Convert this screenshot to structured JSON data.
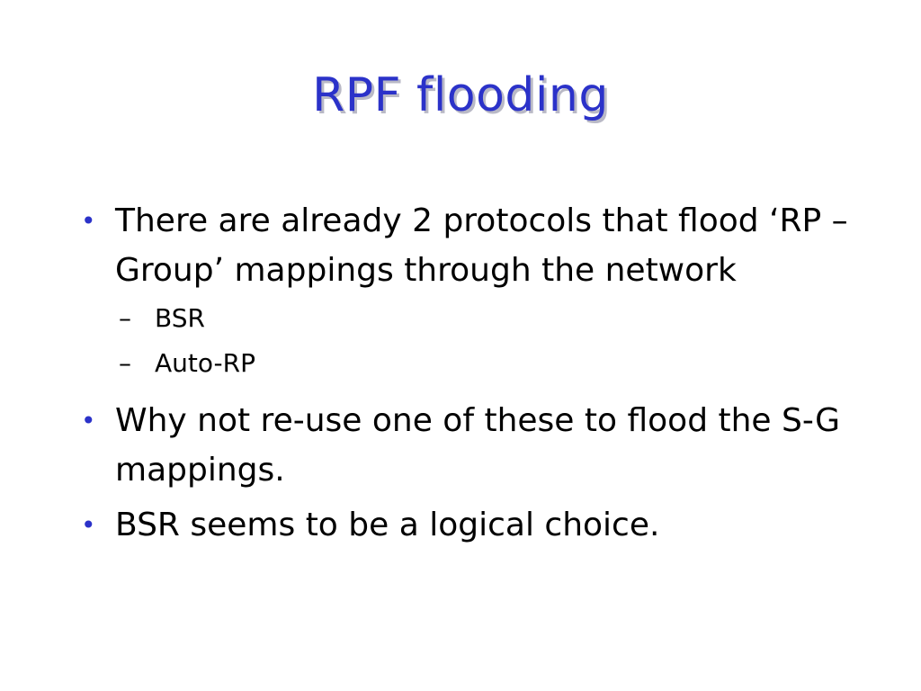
{
  "slide": {
    "title": "RPF flooding",
    "accent_color": "#2b32c9",
    "bullet_glyph": "•",
    "dash_glyph": "–",
    "items": [
      {
        "level": 1,
        "text": "There are already 2 protocols that flood ‘RP – Group’ mappings through the network"
      },
      {
        "level": 2,
        "text": "BSR"
      },
      {
        "level": 2,
        "text": "Auto-RP"
      },
      {
        "level": 1,
        "text": "Why not re-use one of these to flood the S-G mappings."
      },
      {
        "level": 1,
        "text": "BSR seems to be a logical choice."
      }
    ]
  }
}
